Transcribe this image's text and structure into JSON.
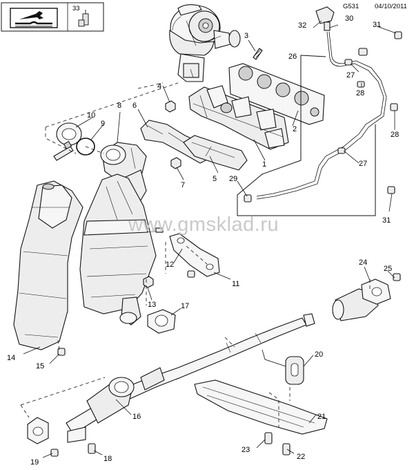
{
  "header": {
    "diagram_code": "G531",
    "date": "04/10/2011",
    "tool_icon": "wrench-book-icon",
    "inset_part_number": "33"
  },
  "watermark": "www.gmsklad.ru",
  "callouts": [
    "1",
    "2",
    "3",
    "4",
    "5",
    "6",
    "7",
    "8",
    "9",
    "10",
    "11",
    "12",
    "13",
    "14",
    "15",
    "16",
    "17",
    "18",
    "19",
    "20",
    "21",
    "22",
    "23",
    "24",
    "25",
    "26",
    "27",
    "27",
    "28",
    "28",
    "29",
    "30",
    "31",
    "31",
    "32"
  ]
}
